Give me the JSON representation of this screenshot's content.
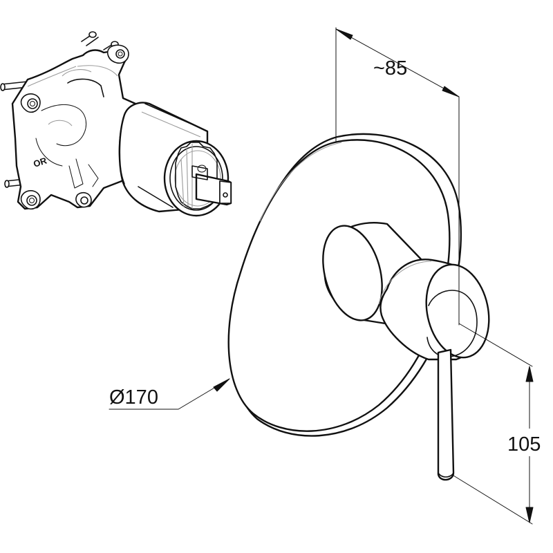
{
  "dimensions": {
    "depth": "~85",
    "diameter": "Ø170",
    "height": "105"
  },
  "body_marking": "OR",
  "colors": {
    "line": "#111111",
    "background": "#ffffff"
  }
}
